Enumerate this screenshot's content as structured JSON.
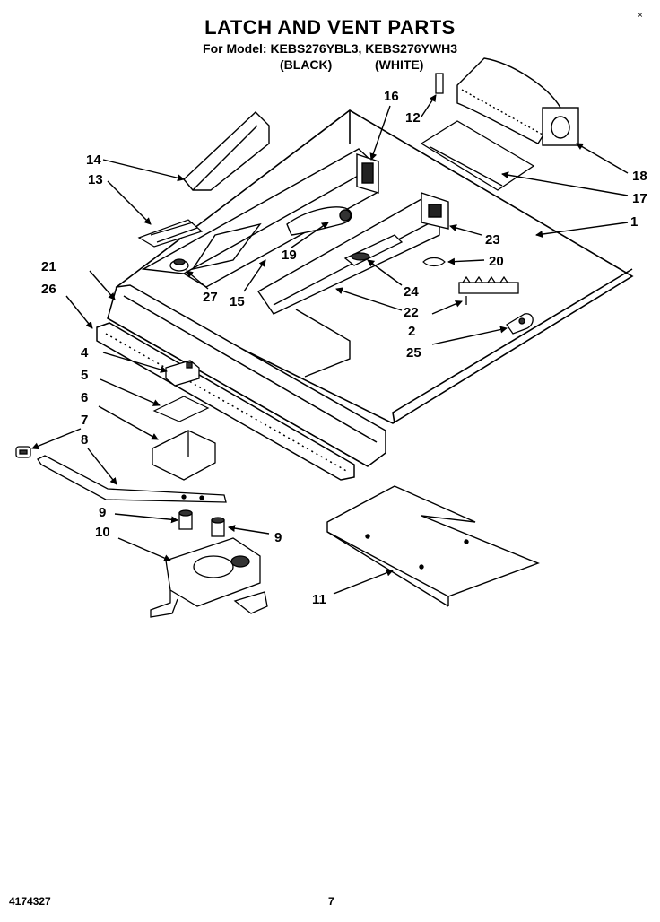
{
  "header": {
    "title": "LATCH AND VENT PARTS",
    "models_line": "For Model: KEBS276YBL3, KEBS276YWH3",
    "variant_black": "(BLACK)",
    "variant_white": "(WHITE)",
    "corner_mark": "×"
  },
  "callouts": [
    "1",
    "2",
    "4",
    "5",
    "6",
    "7",
    "8",
    "9",
    "9",
    "10",
    "11",
    "12",
    "13",
    "14",
    "15",
    "16",
    "17",
    "18",
    "19",
    "20",
    "21",
    "22",
    "23",
    "24",
    "25",
    "26",
    "27"
  ],
  "footer": {
    "part_number": "4174327",
    "page_number": "7"
  }
}
